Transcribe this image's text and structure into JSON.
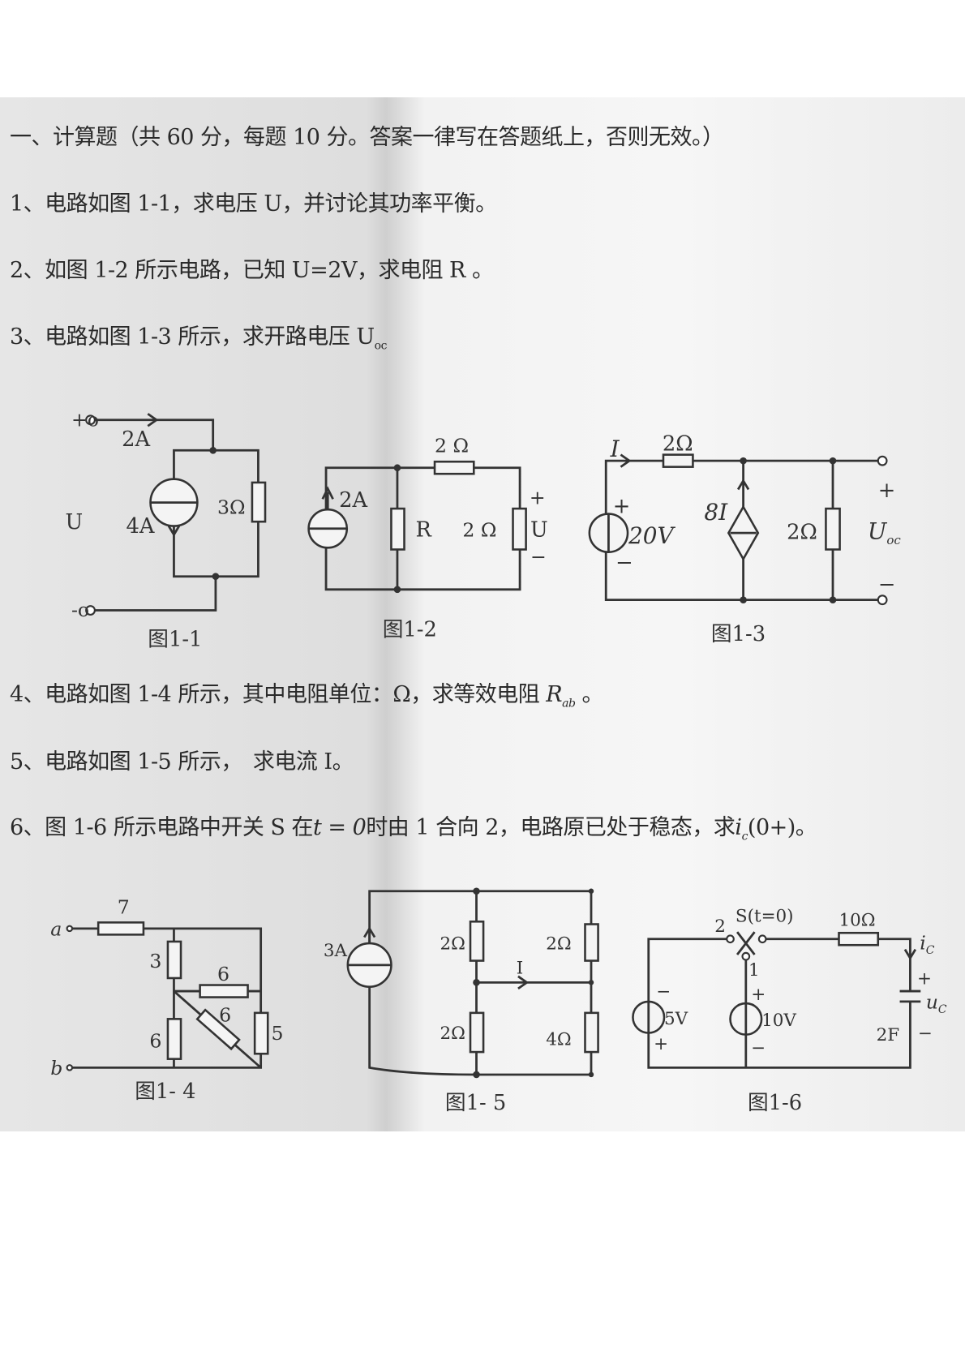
{
  "section_title": "一、计算题（共 60 分，每题 10 分。答案一律写在答题纸上，否则无效。）",
  "questions": [
    {
      "text": "1、电路如图 1-1，求电压 U，并讨论其功率平衡。"
    },
    {
      "text": "2、如图 1-2 所示电路，已知 U=2V，求电阻 R 。"
    },
    {
      "text": "3、电路如图 1-3 所示，求开路电压 U",
      "sub": "oc"
    },
    {
      "text": "4、电路如图 1-4 所示，其中电阻单位：Ω，求等效电阻 ",
      "math": "R",
      "sub": "ab",
      "tail": " 。"
    },
    {
      "text": "5、电路如图 1-5 所示，　求电流 I。"
    },
    {
      "text": "6、图 1-6 所示电路中开关 S 在",
      "math": "t = 0",
      "mid": "时由 1 合向 2，电路原已处于稳态，求",
      "math2": "i",
      "sub": "c",
      "tail": "(0+)。"
    }
  ],
  "fig1": {
    "caption": "图1-1",
    "plus": "+o",
    "minus": "-o",
    "current": "2A",
    "source": "4A",
    "resistor": "3Ω",
    "voltage": "U"
  },
  "fig2": {
    "caption": "图1-2",
    "source": "2A",
    "r_top": "2 Ω",
    "r_mid": "R",
    "r_right": "2 Ω",
    "plus": "+",
    "voltage": "U",
    "minus": "−"
  },
  "fig3": {
    "caption": "图1-3",
    "current": "I",
    "r_top": "2Ω",
    "vs_plus": "+",
    "vs": "20V",
    "vs_minus": "−",
    "dep": "8I",
    "r_right": "2Ω",
    "plus": "+",
    "voltage": "U",
    "voltage_sub": "oc",
    "minus": "−"
  },
  "fig4": {
    "caption": "图1- 4",
    "a": "a",
    "b": "b",
    "r1": "7",
    "r2": "3",
    "r3": "6",
    "r4": "6",
    "r5": "6",
    "r6": "5"
  },
  "fig5": {
    "caption": "图1- 5",
    "source": "3A",
    "r1": "2Ω",
    "r2": "2Ω",
    "r3": "2Ω",
    "r4": "4Ω",
    "current": "I"
  },
  "fig6": {
    "caption": "图1-6",
    "switch": "S(t=0)",
    "pos2": "2",
    "pos1": "1",
    "r": "10Ω",
    "ic": "i",
    "ic_sub": "C",
    "cap_plus": "+",
    "uc": "u",
    "uc_sub": "C",
    "cap": "2F",
    "cap_minus": "−",
    "v1_minus": "−",
    "v1": "5V",
    "v1_plus": "+",
    "v2_plus": "+",
    "v2": "10V",
    "v2_minus": "−"
  }
}
